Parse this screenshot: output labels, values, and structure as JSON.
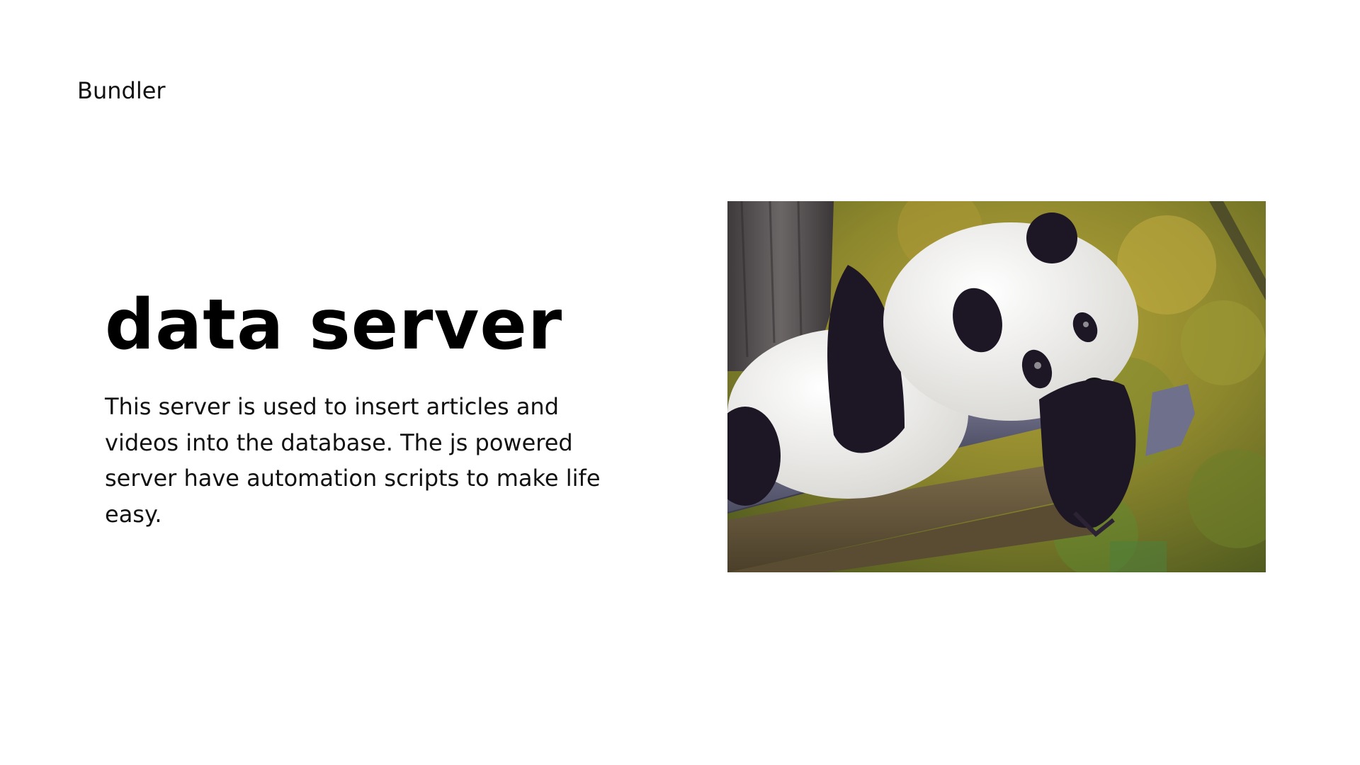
{
  "header": {
    "brand": "Bundler"
  },
  "hero": {
    "title": "data server",
    "description": "This server is used to insert articles and videos into the database. The js powered server have automation scripts to make life easy."
  },
  "media": {
    "image_subject": "giant-panda-resting-on-wooden-platform",
    "colors": {
      "foliage": "#8c8a2a",
      "fur_white": "#f4f4f2",
      "fur_black": "#1d1624",
      "wood": "#5d5d74"
    }
  }
}
